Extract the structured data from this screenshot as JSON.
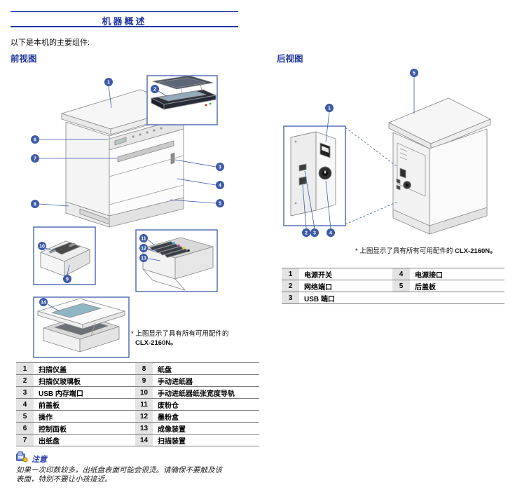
{
  "header": {
    "title": "机器概述"
  },
  "intro": "以下是本机的主要组件:",
  "front": {
    "heading": "前视图",
    "note_prefix": "* 上图显示了具有所有可用配件的",
    "note_model": "CLX-2160N。",
    "callouts": [
      "1",
      "2",
      "3",
      "4",
      "5",
      "6",
      "7",
      "8",
      "9",
      "10",
      "11",
      "12",
      "13",
      "14"
    ],
    "table": [
      {
        "n1": "1",
        "l1": "扫描仪盖",
        "n2": "8",
        "l2": "纸盘"
      },
      {
        "n1": "2",
        "l1": "扫描仪玻璃板",
        "n2": "9",
        "l2": "手动进纸器"
      },
      {
        "n1": "3",
        "l1": "USB 内存端口",
        "n2": "10",
        "l2": "手动进纸器纸张宽度导轨"
      },
      {
        "n1": "4",
        "l1": "前盖板",
        "n2": "11",
        "l2": "废粉仓"
      },
      {
        "n1": "5",
        "l1": "操作",
        "n2": "12",
        "l2": "墨粉盒"
      },
      {
        "n1": "6",
        "l1": "控制面板",
        "n2": "13",
        "l2": "成像装置"
      },
      {
        "n1": "7",
        "l1": "出纸盘",
        "n2": "14",
        "l2": "扫描装置"
      }
    ]
  },
  "rear": {
    "heading": "后视图",
    "note_prefix": "* 上图显示了具有所有可用配件的",
    "note_model": "CLX-2160N。",
    "callouts": [
      "1",
      "2",
      "3",
      "4",
      "5"
    ],
    "table": [
      {
        "n1": "1",
        "l1": "电源开关",
        "n2": "4",
        "l2": "电源接口"
      },
      {
        "n1": "2",
        "l1": "网络端口",
        "n2": "5",
        "l2": "后盖板"
      },
      {
        "n1": "3",
        "l1": "USB 端口",
        "n2": "",
        "l2": ""
      }
    ]
  },
  "notice": {
    "label": "注意",
    "line1": "如果一次印数较多，出纸盘表面可能会很烫。请确保不要触及该",
    "line2": "表面，特别不要让小孩接近。"
  },
  "colors": {
    "accent_blue": "#2336a4",
    "callout_blue": "#3d5aa9",
    "table_num_bg": "#e3e3e3"
  }
}
